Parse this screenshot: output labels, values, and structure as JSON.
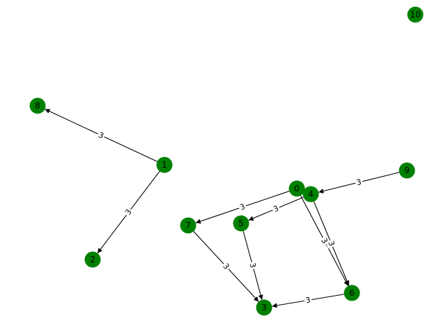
{
  "graph": {
    "directed": true,
    "node_color": "#008000",
    "edge_color": "#000000",
    "nodes": [
      {
        "id": "0",
        "label": "0"
      },
      {
        "id": "1",
        "label": "1"
      },
      {
        "id": "2",
        "label": "2"
      },
      {
        "id": "3",
        "label": "3"
      },
      {
        "id": "4",
        "label": "4"
      },
      {
        "id": "5",
        "label": "5"
      },
      {
        "id": "6",
        "label": "6"
      },
      {
        "id": "7",
        "label": "7"
      },
      {
        "id": "8",
        "label": "8"
      },
      {
        "id": "9",
        "label": "9"
      },
      {
        "id": "10",
        "label": "10"
      }
    ],
    "edges": [
      {
        "source": "1",
        "target": "8",
        "weight": "3"
      },
      {
        "source": "1",
        "target": "2",
        "weight": "3"
      },
      {
        "source": "9",
        "target": "4",
        "weight": "3"
      },
      {
        "source": "0",
        "target": "7",
        "weight": "3"
      },
      {
        "source": "4",
        "target": "5",
        "weight": "3"
      },
      {
        "source": "0",
        "target": "6",
        "weight": "3"
      },
      {
        "source": "4",
        "target": "6",
        "weight": "3"
      },
      {
        "source": "7",
        "target": "3",
        "weight": "3"
      },
      {
        "source": "5",
        "target": "3",
        "weight": "3"
      },
      {
        "source": "6",
        "target": "3",
        "weight": "3"
      }
    ]
  }
}
